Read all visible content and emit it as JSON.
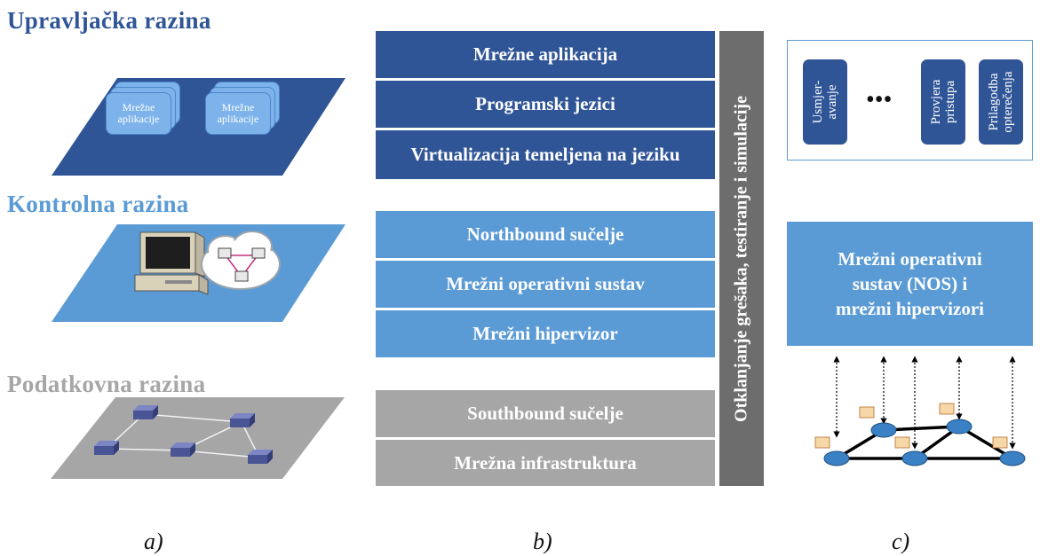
{
  "panel_a": {
    "app_layer": {
      "title": "Upravljačka razina",
      "apps": [
        {
          "line1": "Mrežne",
          "line2": "aplikacije"
        },
        {
          "line1": "Mrežne",
          "line2": "aplikacije"
        }
      ]
    },
    "control_layer": {
      "title": "Kontrolna razina"
    },
    "data_layer": {
      "title": "Podatkovna razina"
    },
    "caption": "a)"
  },
  "panel_b": {
    "blocks": [
      "Mrežne aplikacija",
      "Programski jezici",
      "Virtualizacija temeljena na jeziku",
      "Northbound sučelje",
      "Mrežni operativni sustav",
      "Mrežni hipervizor",
      "Southbound sučelje",
      "Mrežna infrastruktura"
    ],
    "side_bar": "Otklanjanje grešaka, testiranje i simulacije",
    "caption": "b)"
  },
  "panel_c": {
    "apps": [
      {
        "line1": "Usmjer-",
        "line2": "avanje"
      },
      {
        "line1": "Provjera",
        "line2": "pristupa"
      },
      {
        "line1": "Prilagodba",
        "line2": "opterečenja"
      }
    ],
    "ellipsis": "•••",
    "nos_box": {
      "line1": "Mrežni operativni",
      "line2": "sustav (NOS) i",
      "line3": "mrežni hipervizori"
    },
    "caption": "c)"
  },
  "colors": {
    "dark_blue": "#2f5597",
    "light_blue": "#5b9bd5",
    "gray": "#a6a6a6",
    "dark_gray": "#6d6d6d"
  }
}
